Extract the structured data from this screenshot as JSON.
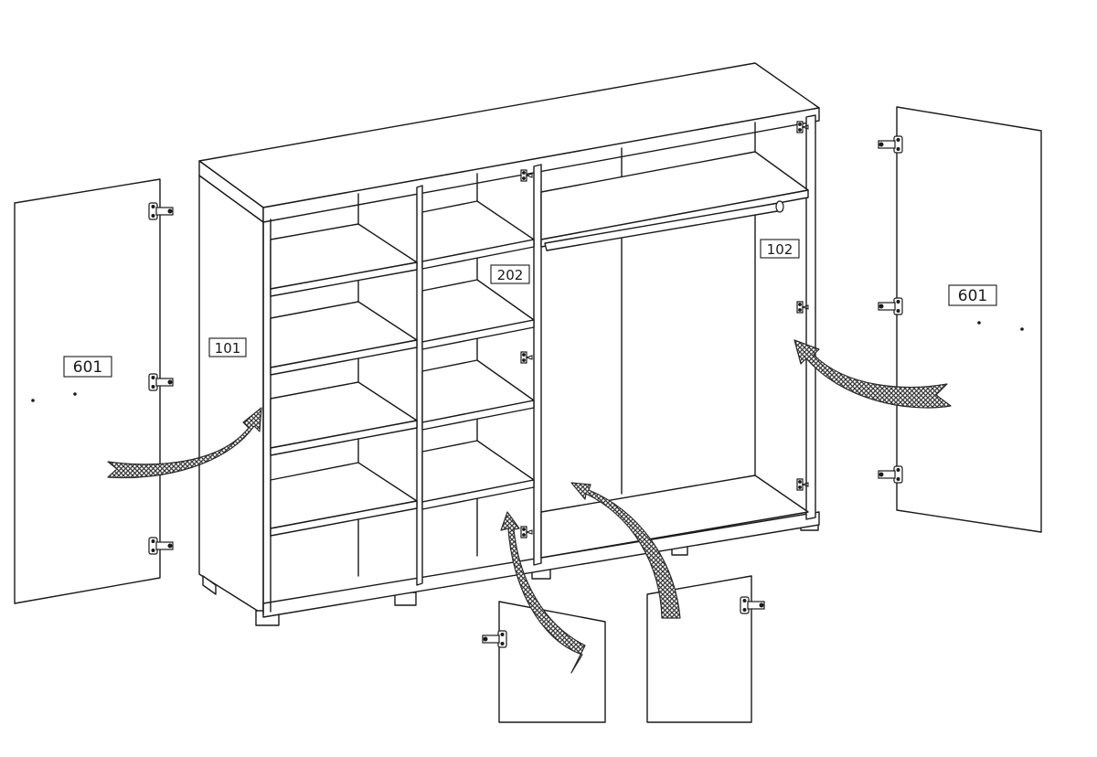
{
  "labels": {
    "side_left": "101",
    "side_right": "102",
    "divider": "202",
    "door_left": "601",
    "door_right": "601"
  },
  "colors": {
    "line": "#1a1a1a",
    "background": "#ffffff",
    "arrow_hatch": "#3a3a3a"
  },
  "icons": [
    "hinge-icon",
    "assembly-arrow-icon"
  ]
}
